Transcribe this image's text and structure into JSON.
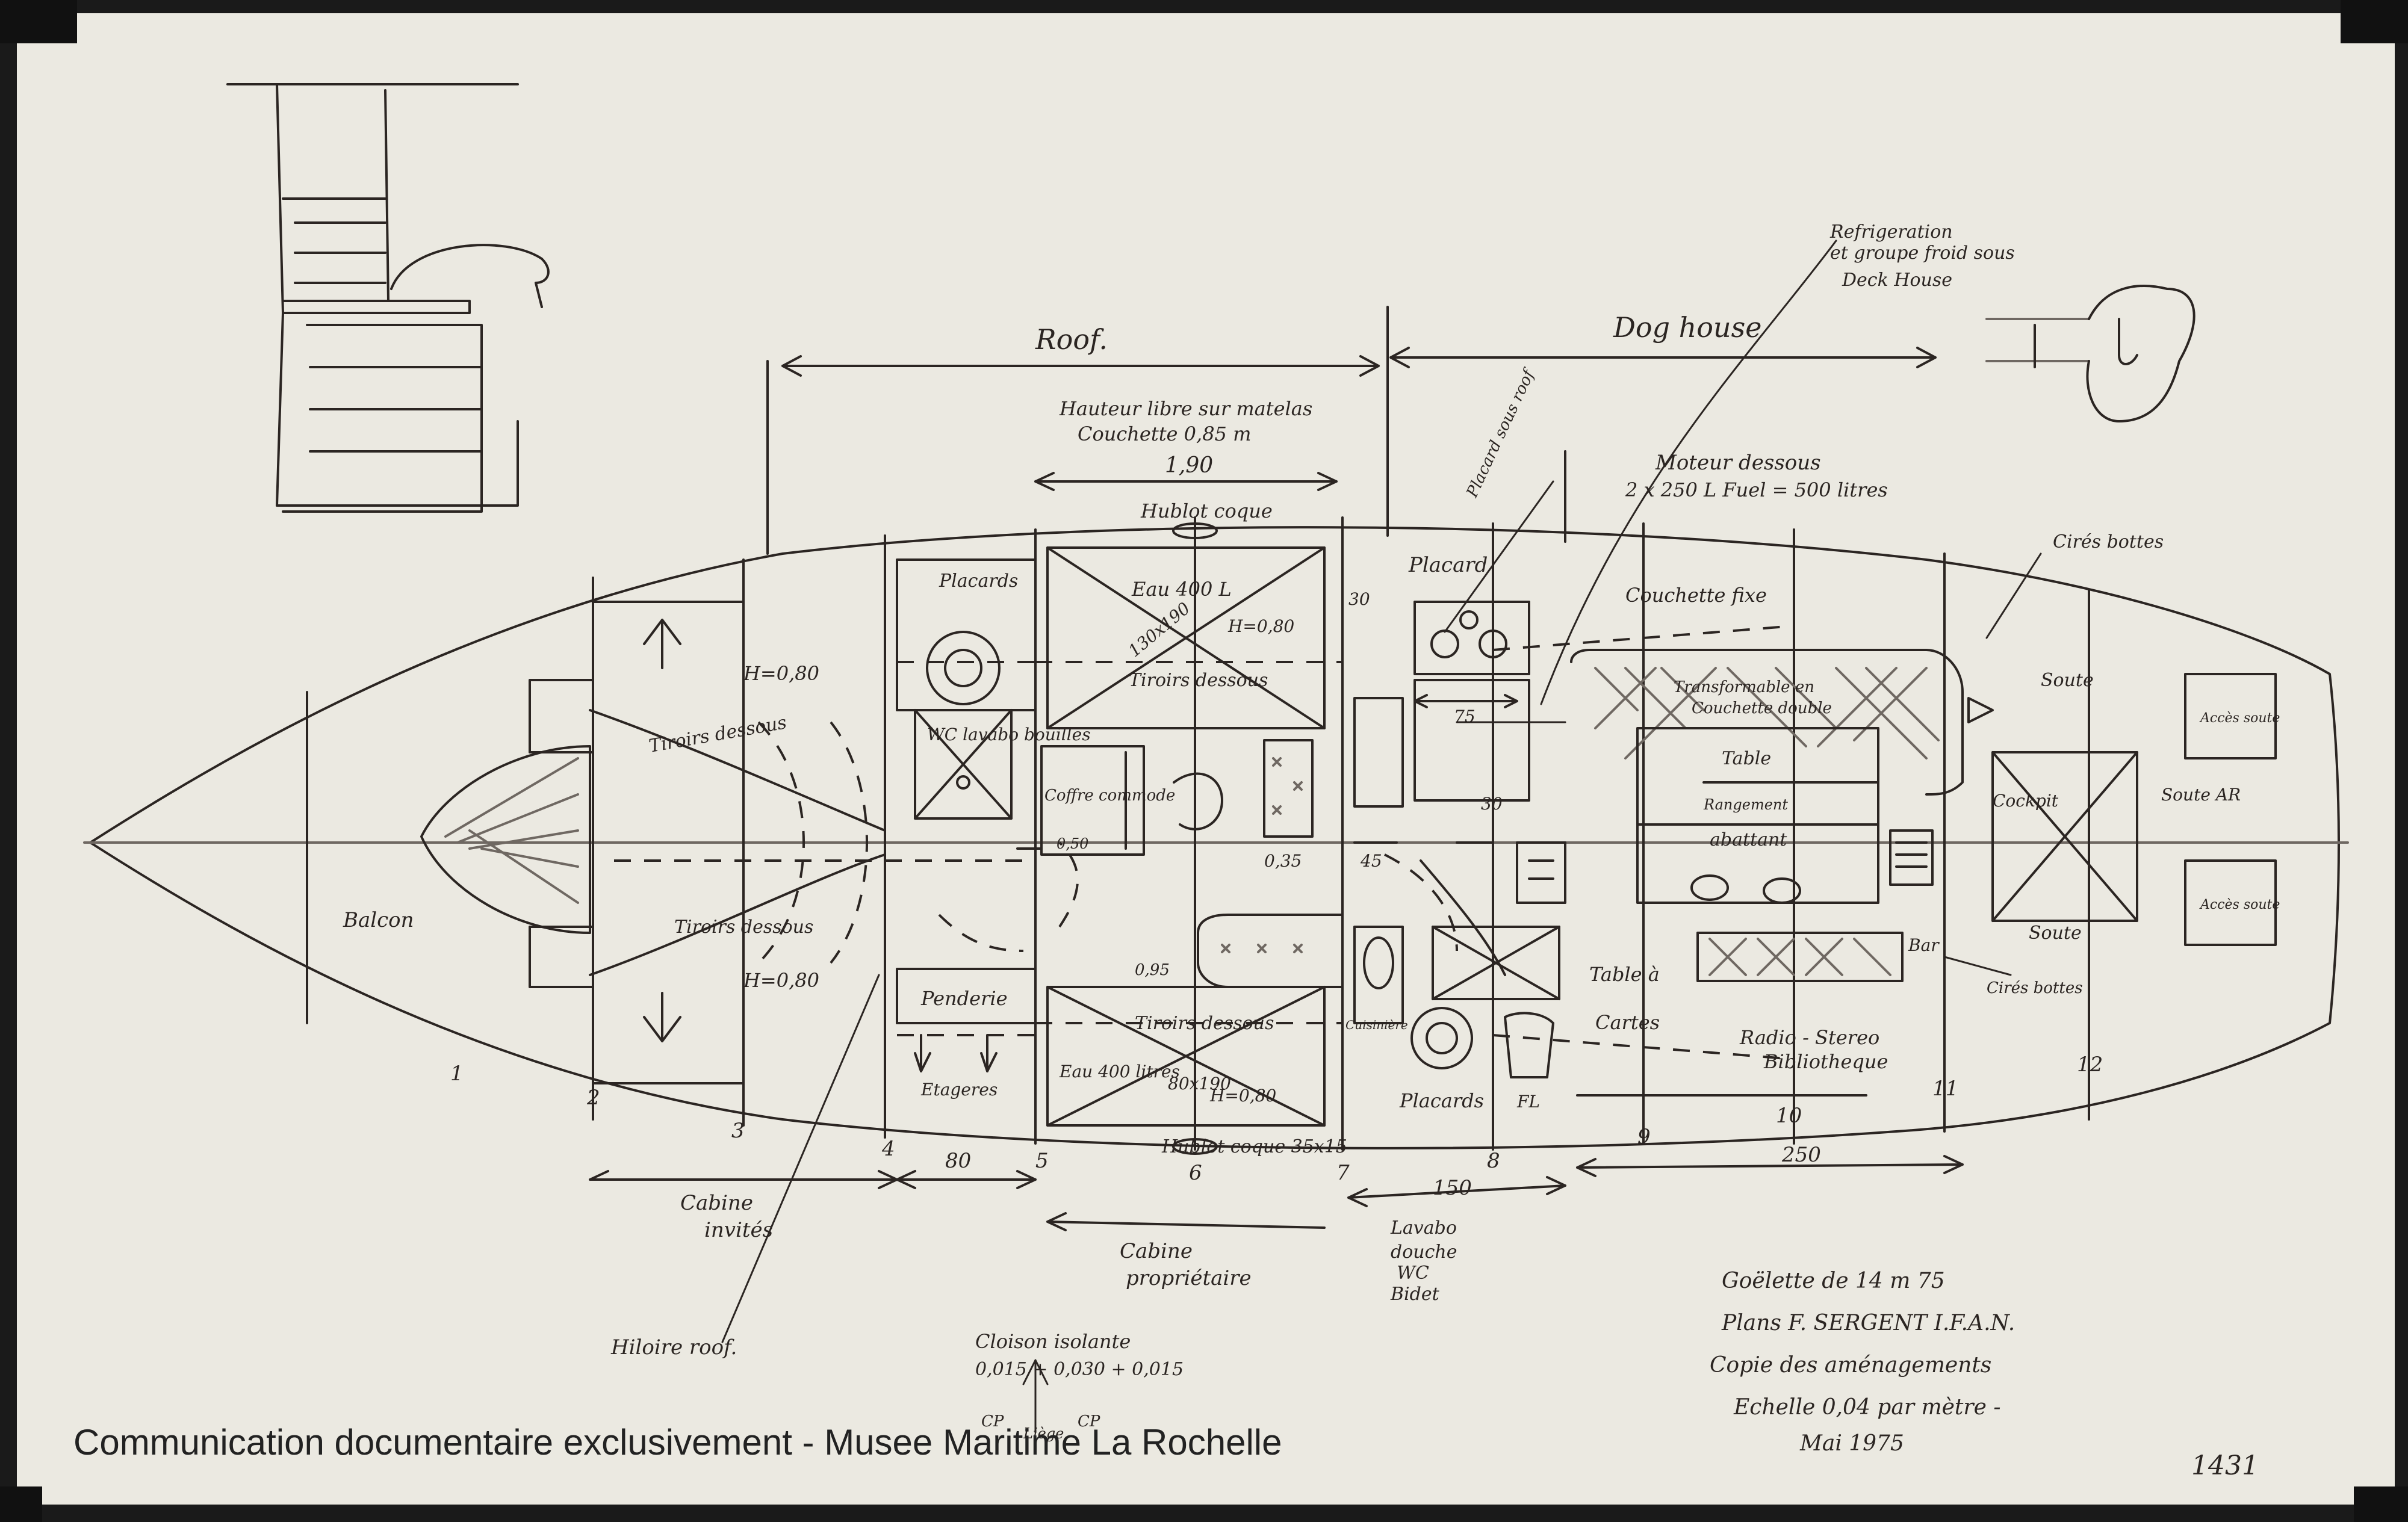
{
  "watermark": "Communication documentaire exclusivement - Musee Maritime La Rochelle",
  "sheet_number": "1431",
  "zones": {
    "roof": "Roof.",
    "dog_house": "Dog house"
  },
  "dimensions": {
    "headroom_1": "Hauteur libre sur matelas",
    "headroom_2": "Couchette 0,85 m",
    "width_190": "1,90",
    "d80": "80",
    "d150": "150",
    "d250": "250",
    "d75": "75",
    "d30": "30",
    "d45": "45",
    "d30b": "30",
    "d035": "0,35",
    "d095": "0,95",
    "d050": "0,50",
    "h080_a": "H=0,80",
    "h080_b": "H=0,80",
    "h080_c": "H=0,80",
    "h080_d": "H=0,80",
    "bunk_a": "130x190",
    "bunk_b": "80x190"
  },
  "labels": {
    "hublot_top": "Hublot coque",
    "hublot_bottom": "Hublot coque 35x15",
    "eau": "Eau 400 L",
    "eau_low": "Eau 400 litres",
    "tiroirs_1": "Tiroirs dessous",
    "tiroirs_2": "Tiroirs dessous",
    "tiroirs_3": "Tiroirs dessous",
    "tiroirs_4": "Tiroirs dessous",
    "placards_1": "Placards",
    "placards_2": "Placards",
    "placard_top": "Placard",
    "placard_roof": "Placard sous roof",
    "penderie": "Penderie",
    "etageres": "Etageres",
    "wc": "WC lavabo bouilles",
    "chest": "Coffre commode",
    "balcon": "Balcon",
    "table_cartes_1": "Table à",
    "table_cartes_2": "Cartes",
    "radio": "Radio - Stereo",
    "biblio": "Bibliotheque",
    "moteur_1": "Moteur dessous",
    "moteur_2": "2 x 250 L Fuel = 500 litres",
    "couchette": "Couchette fixe",
    "transformable_1": "Transformable en",
    "transformable_2": "Couchette double",
    "table": "Table",
    "rangement": "Rangement",
    "abattant": "abattant",
    "soute_1": "Soute",
    "soute_2": "Soute",
    "soute_ar": "Soute AR",
    "acces_1": "Accès soute",
    "acces_2": "Accès soute",
    "cockpit": "Cockpit",
    "bar": "Bar",
    "cires_top": "Cirés bottes",
    "cires_bottom": "Cirés bottes",
    "refrig_1": "Refrigeration",
    "refrig_2": "et groupe froid sous",
    "refrig_3": "Deck House",
    "fl": "FL",
    "cuisiniere": "Cuisinière",
    "cabine_a": "Cabine",
    "cabine_b": "invités",
    "cabine_prop_a": "Cabine",
    "cabine_prop_b": "propriétaire",
    "lavabo_a": "Lavabo",
    "lavabo_b": "douche",
    "lavabo_c": "WC",
    "lavabo_d": "Bidet",
    "hiloire": "Hiloire roof.",
    "cloison_a": "Cloison isolante",
    "cloison_b": "0,015 + 0,030 + 0,015",
    "cp_a": "CP",
    "cp_b": "Liège",
    "cp_c": "CP"
  },
  "stations": [
    "1",
    "2",
    "3",
    "4",
    "5",
    "6",
    "7",
    "8",
    "9",
    "10",
    "11",
    "12"
  ],
  "title_block": {
    "line1": "Goëlette de 14 m 75",
    "line2": "Plans F. SERGENT  I.F.A.N.",
    "line3": "Copie des aménagements",
    "line4": "Echelle 0,04 par mètre -",
    "line5": "Mai 1975"
  }
}
